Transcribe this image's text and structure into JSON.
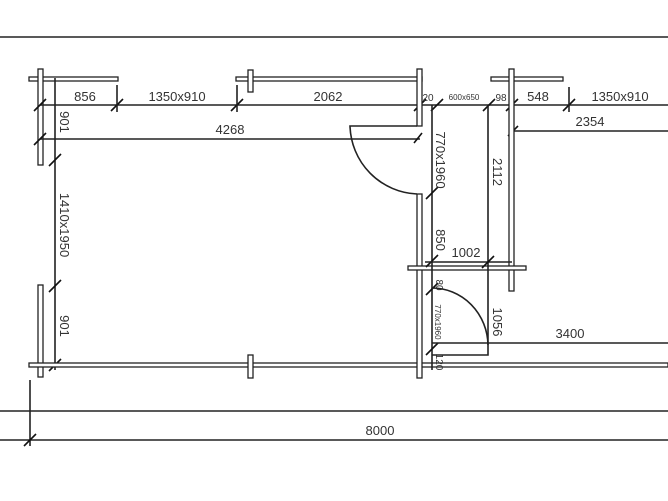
{
  "plan": {
    "top_dims": [
      "856",
      "1350x910",
      "2062",
      "20",
      "600x650",
      "98",
      "548",
      "1350x910"
    ],
    "inner_width_left": "4268",
    "inner_width_right": "2354",
    "left_dims": [
      "901",
      "1410x1950",
      "901"
    ],
    "mid_dims": [
      "770x1960",
      "850",
      "80",
      "770x1960",
      "120"
    ],
    "corridor_height_top": "2112",
    "corridor_height_bottom": "1056",
    "corridor_width": "1002",
    "right_room_depth": "3400",
    "total_length": "8000"
  }
}
